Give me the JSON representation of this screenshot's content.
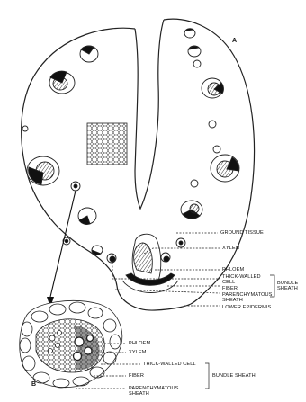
{
  "panel_a": {
    "label": "A",
    "labels": {
      "ground_tissue": "GROUND TISSUE",
      "xylem": "XYLEM",
      "phloem": "PHLOEM",
      "thick_walled_line1": "THICK-WALLED",
      "thick_walled_line2": "CELL",
      "fiber": "FIBER",
      "parenchymatous_line1": "PARENCHYMATOUS",
      "parenchymatous_line2": "SHEATH",
      "lower_epidermis": "LOWER EPIDERMIS",
      "bundle_sheath_line1": "BUNDLE",
      "bundle_sheath_line2": "SHEATH"
    }
  },
  "panel_b": {
    "label": "B",
    "labels": {
      "phloem": "PHLOEM",
      "xylem": "XYLEM",
      "thick_walled_cell": "THICK-WALLED CELL",
      "fiber": "FIBER",
      "parenchymatous_line1": "PARENCHYMATOUS",
      "parenchymatous_line2": "SHEATH",
      "bundle_sheath": "BUNDLE SHEATH"
    }
  }
}
